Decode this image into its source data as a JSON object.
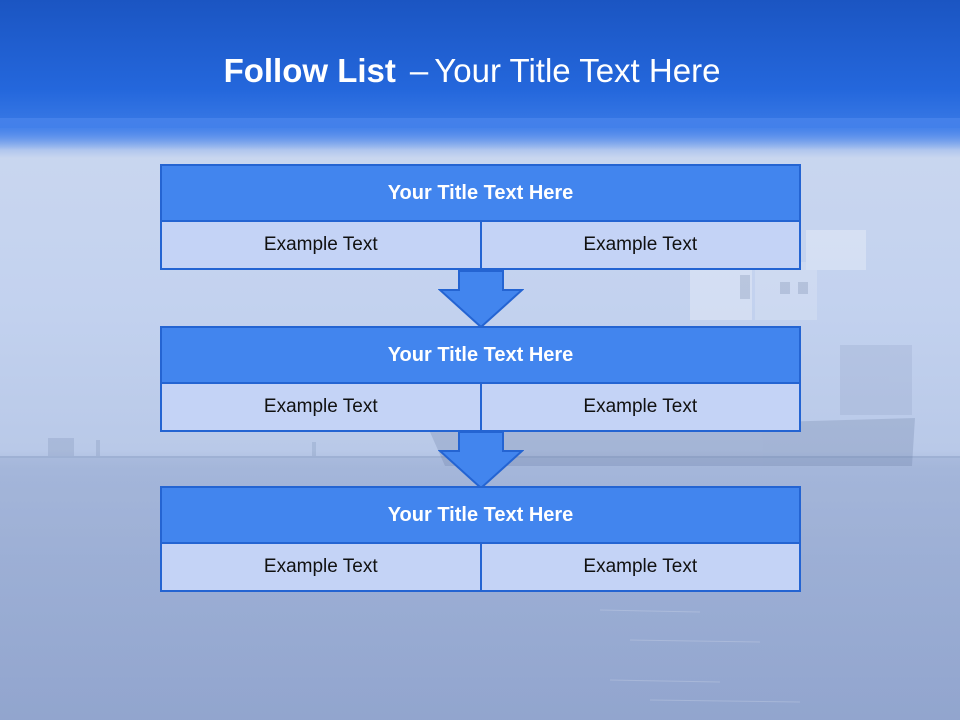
{
  "title": {
    "strong": "Follow List",
    "dash": "–",
    "rest": "Your Title Text Here"
  },
  "blocks": [
    {
      "title": "Your Title Text Here",
      "left": "Example Text",
      "right": "Example Text"
    },
    {
      "title": "Your Title Text Here",
      "left": "Example Text",
      "right": "Example Text"
    },
    {
      "title": "Your Title Text Here",
      "left": "Example Text",
      "right": "Example Text"
    }
  ],
  "colors": {
    "header": "#1f5fd0",
    "block_title_fill": "#4285ee",
    "block_cell_fill": "#c4d3f6",
    "border": "#2464d2",
    "arrow_fill": "#4285ee"
  },
  "icons": {
    "arrow": "down-arrow-icon"
  }
}
